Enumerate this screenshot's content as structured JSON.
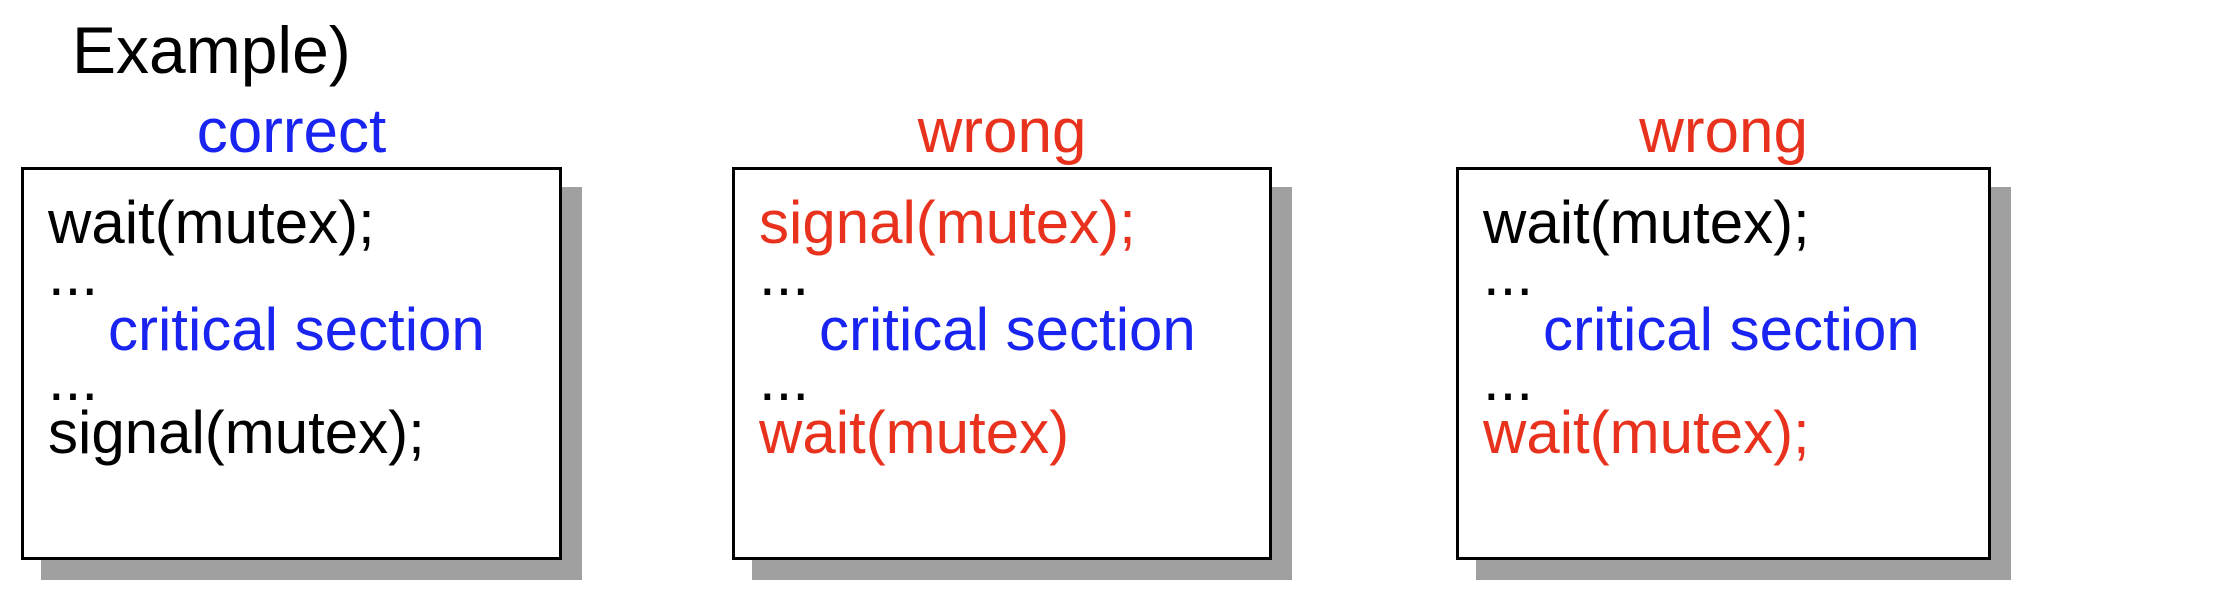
{
  "title": "Example)",
  "colors": {
    "correct": "#1a24f0",
    "wrong": "#e8321e",
    "normal": "#000000"
  },
  "panels": [
    {
      "label": "correct",
      "label_color": "correct",
      "lines": [
        {
          "text": "wait(mutex);",
          "color": "normal",
          "indent": false
        },
        {
          "text": "...",
          "color": "normal",
          "indent": false
        },
        {
          "text": "critical section",
          "color": "correct",
          "indent": true
        },
        {
          "text": "...",
          "color": "normal",
          "indent": false
        },
        {
          "text": "signal(mutex);",
          "color": "normal",
          "indent": false
        }
      ]
    },
    {
      "label": "wrong",
      "label_color": "wrong",
      "lines": [
        {
          "text": "signal(mutex);",
          "color": "wrong",
          "indent": false
        },
        {
          "text": "...",
          "color": "normal",
          "indent": false
        },
        {
          "text": "critical section",
          "color": "correct",
          "indent": true
        },
        {
          "text": "...",
          "color": "normal",
          "indent": false
        },
        {
          "text": "wait(mutex)",
          "color": "wrong",
          "indent": false
        }
      ]
    },
    {
      "label": "wrong",
      "label_color": "wrong",
      "lines": [
        {
          "text": "wait(mutex);",
          "color": "normal",
          "indent": false
        },
        {
          "text": "...",
          "color": "normal",
          "indent": false
        },
        {
          "text": "critical section",
          "color": "correct",
          "indent": true
        },
        {
          "text": "...",
          "color": "normal",
          "indent": false
        },
        {
          "text": "wait(mutex);",
          "color": "wrong",
          "indent": false
        }
      ]
    }
  ]
}
